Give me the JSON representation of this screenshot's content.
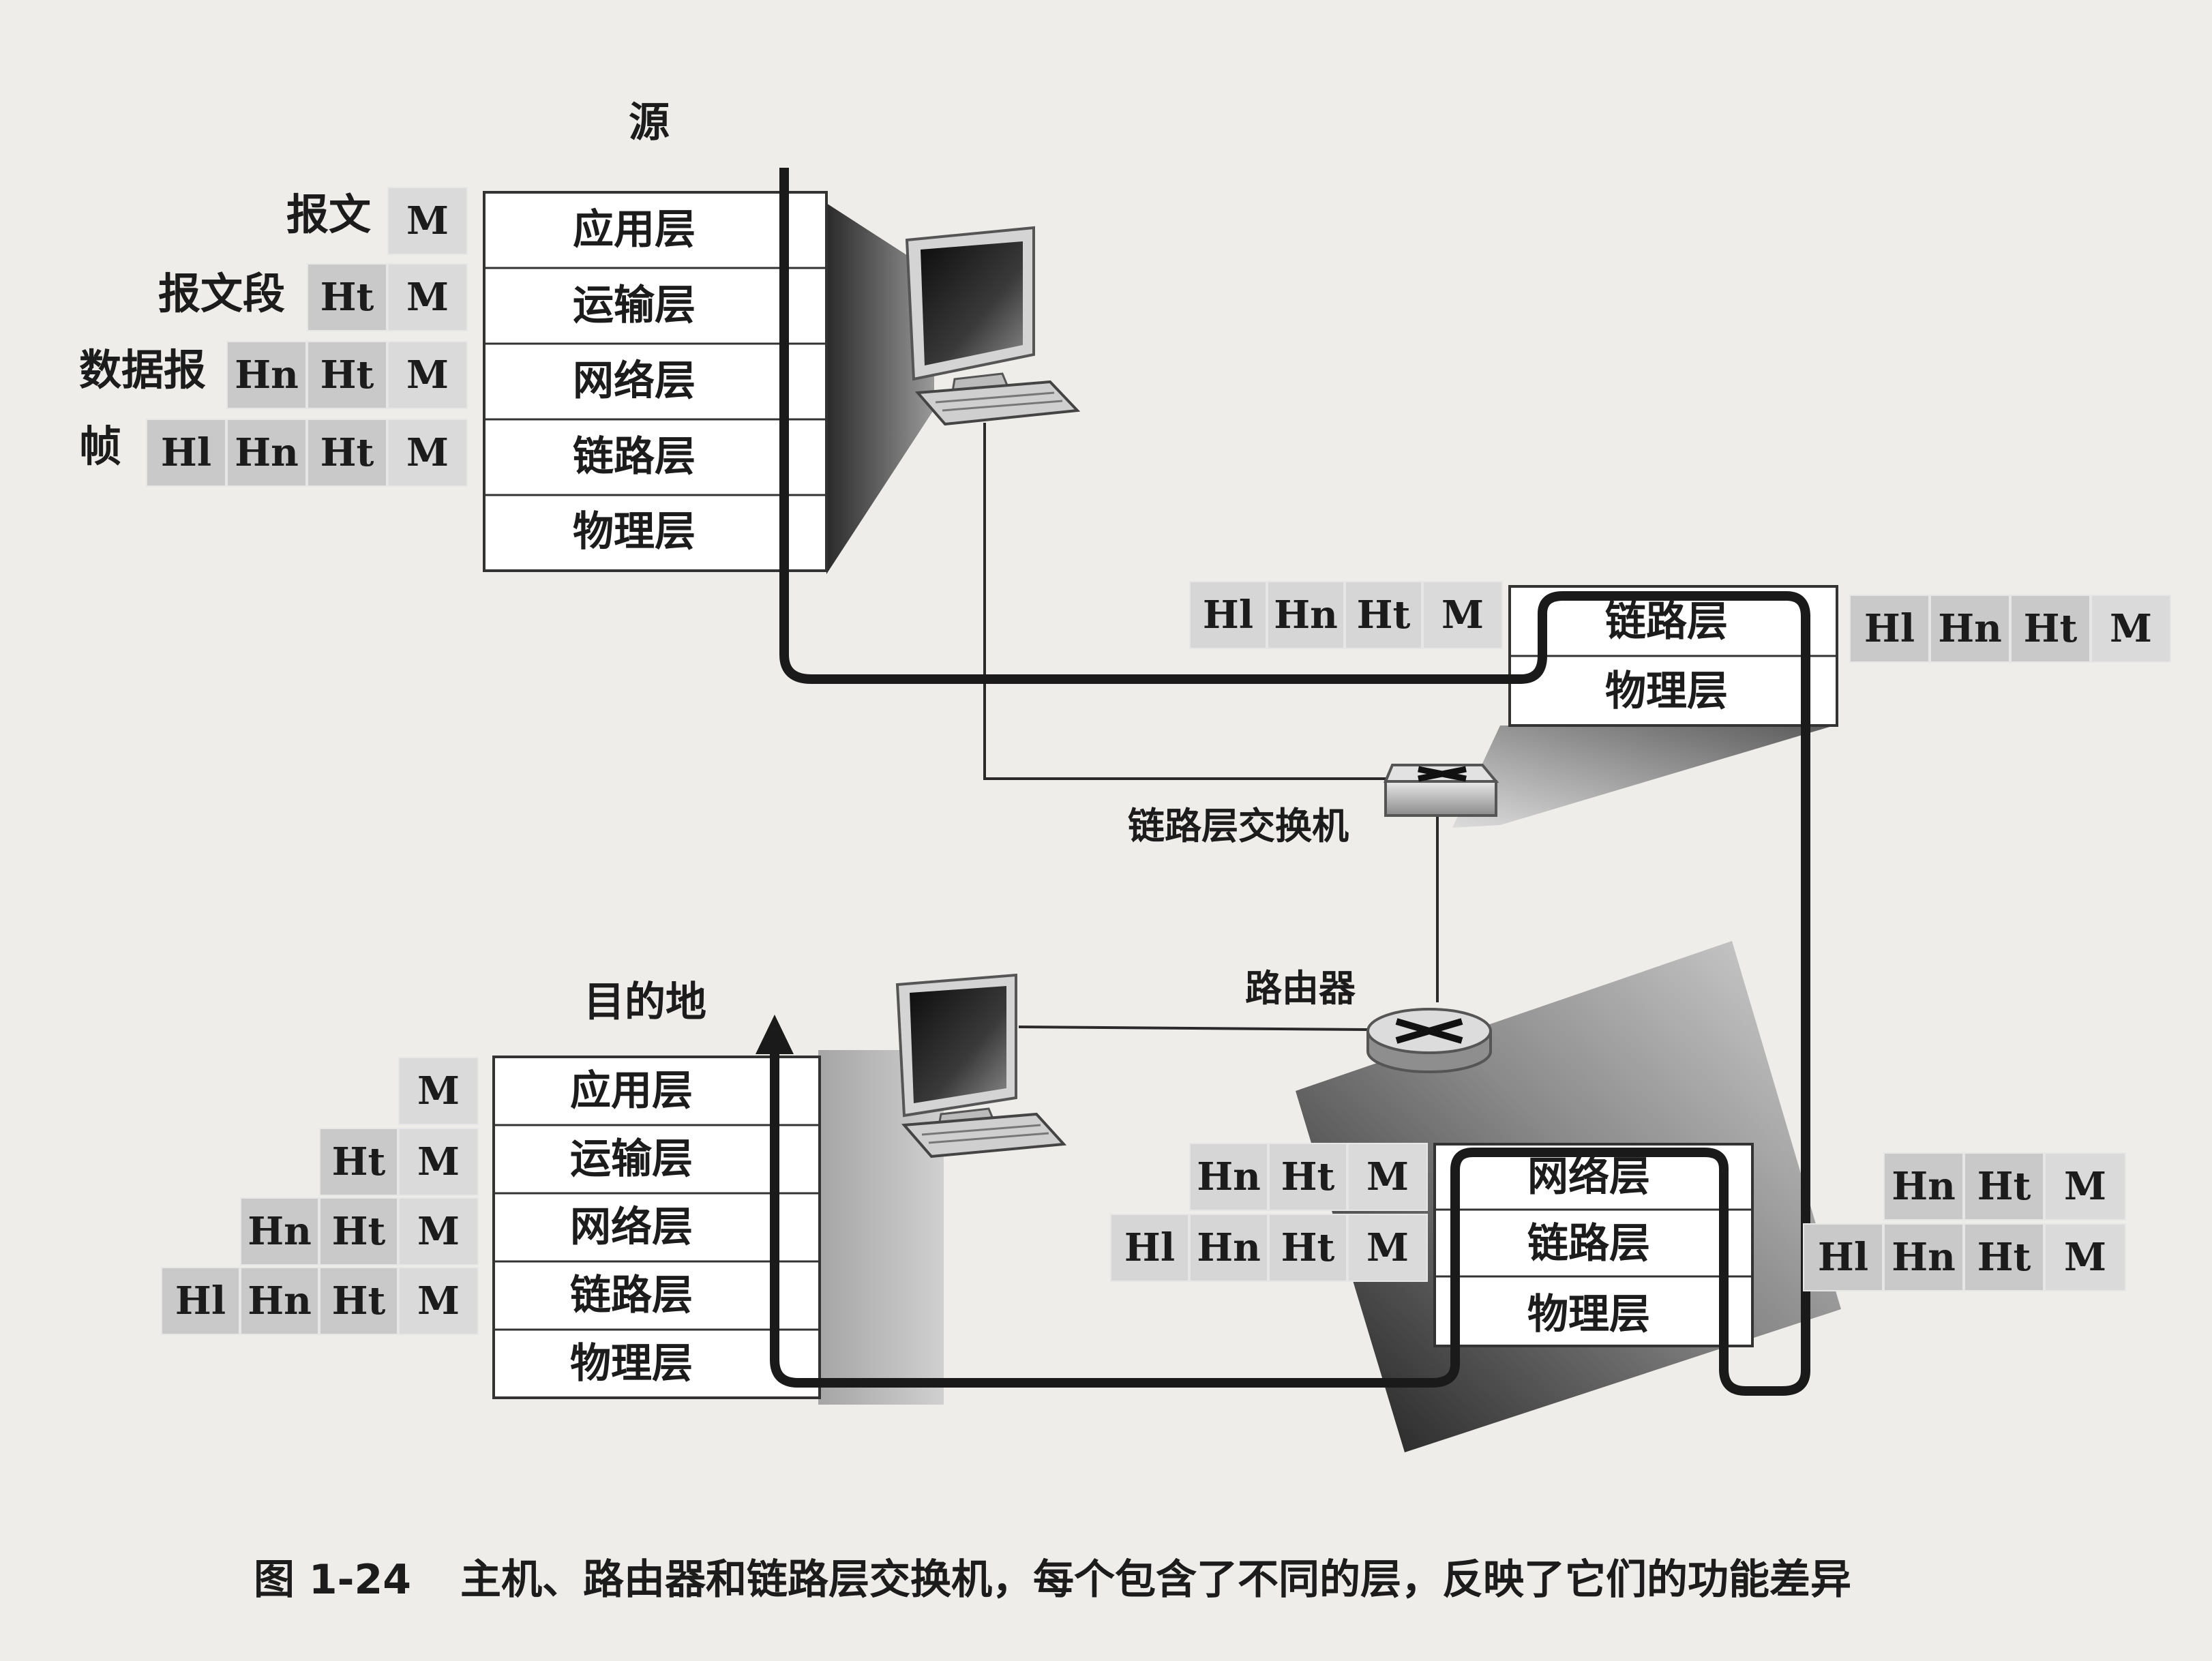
{
  "source_label": "源",
  "destination_label": "目的地",
  "headers": {
    "message": "M",
    "transport": "Ht",
    "network": "Hn",
    "link": "Hl"
  },
  "pdu_labels": {
    "message": "报文",
    "segment": "报文段",
    "datagram": "数据报",
    "frame": "帧"
  },
  "host_layers": [
    "应用层",
    "运输层",
    "网络层",
    "链路层",
    "物理层"
  ],
  "switch": {
    "label": "链路层交换机",
    "layers": [
      "链路层",
      "物理层"
    ]
  },
  "router": {
    "label": "路由器",
    "layers": [
      "网络层",
      "链路层",
      "物理层"
    ]
  },
  "caption": {
    "number": "图 1-24",
    "text": "主机、路由器和链路层交换机，每个包含了不同的层，反映了它们的功能差异"
  }
}
